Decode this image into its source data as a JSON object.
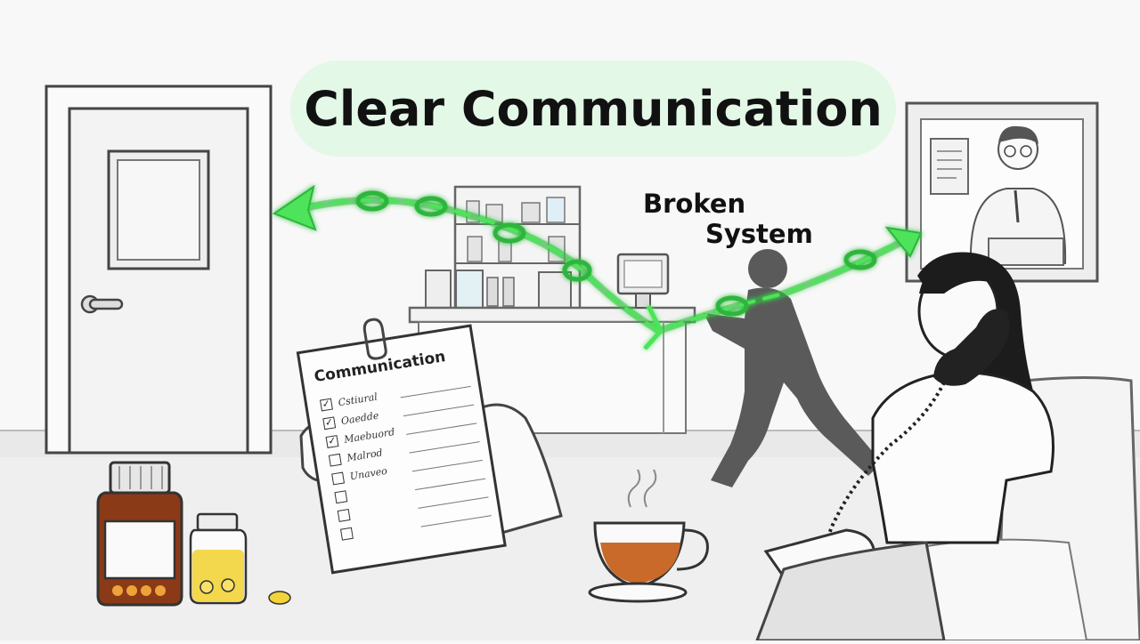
{
  "title": "Clear Communication",
  "label_broken": [
    "Broken",
    "System"
  ],
  "checklist": {
    "heading": "Communication",
    "items": [
      "Cstiural",
      "Oaedde",
      "Maebuord",
      "Malrod",
      "Unaveo",
      "",
      "",
      ""
    ],
    "checked": [
      true,
      true,
      true,
      false,
      false,
      false,
      false,
      false
    ]
  },
  "colors": {
    "chain": "#4ee35a",
    "chain_dark": "#2fb53c",
    "title_bg": "#e3f8e6",
    "tea": "#c96a2a",
    "pill_bottle": "#8a3a16",
    "vitamin": "#f2d33a",
    "figure": "#555555"
  }
}
